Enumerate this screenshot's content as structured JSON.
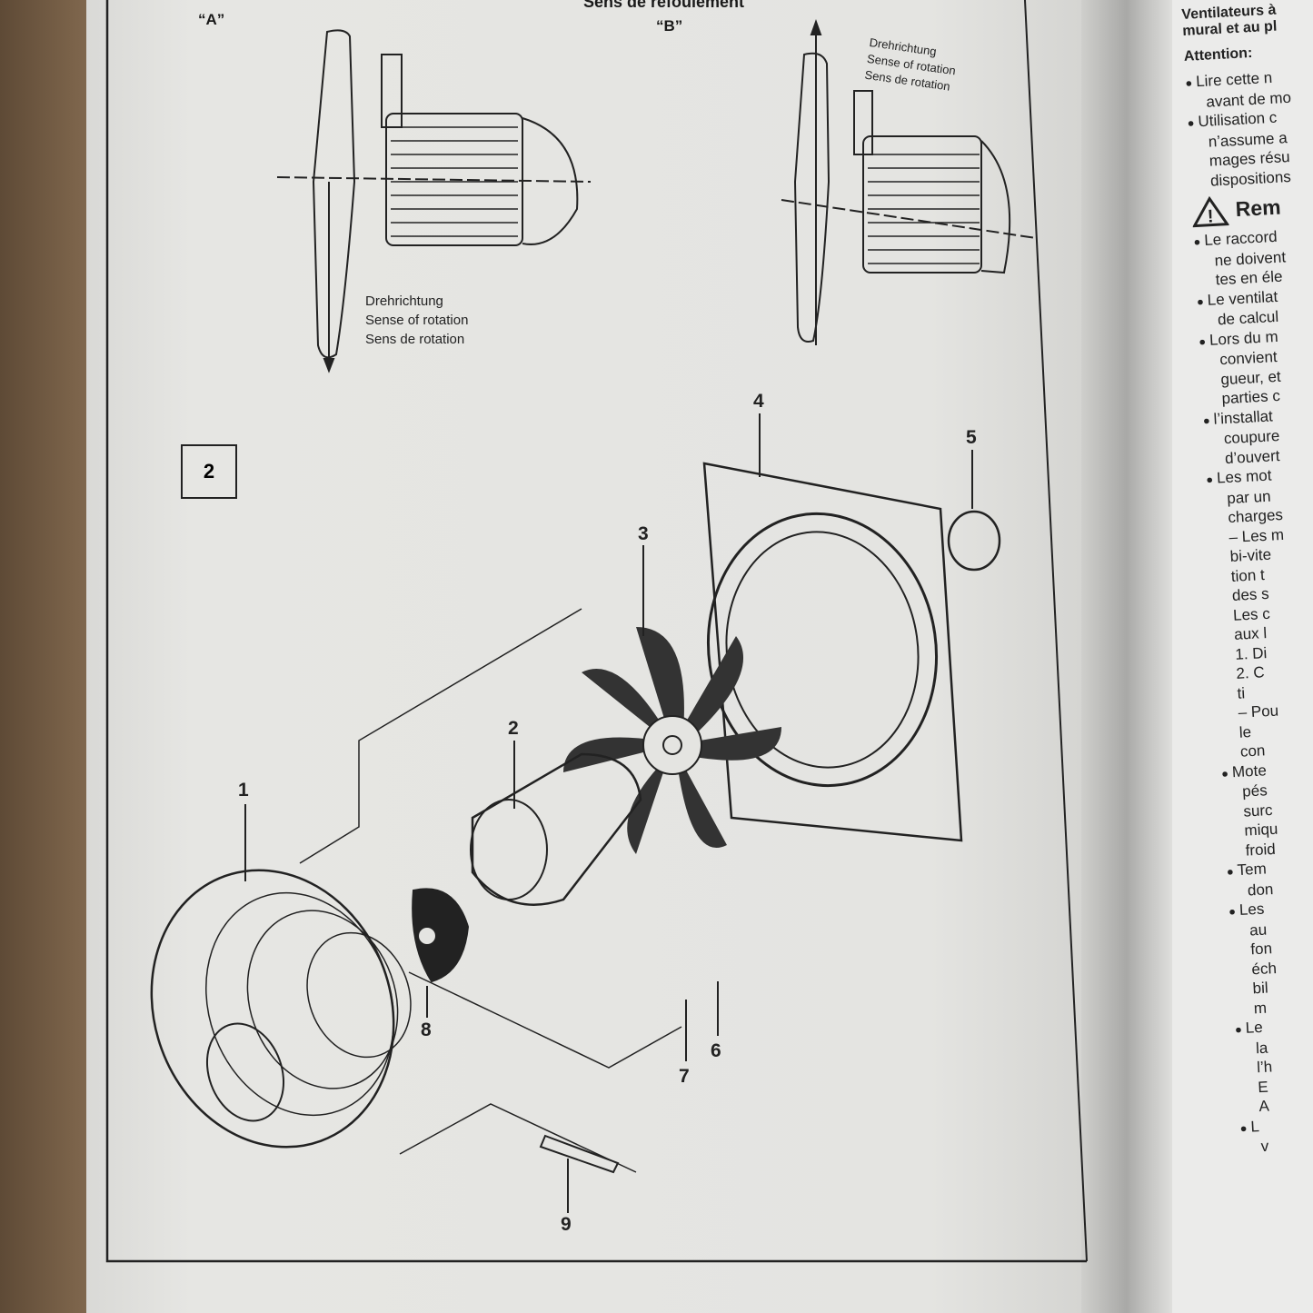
{
  "left_page": {
    "header_partial": "Sens de refoulement",
    "view_a_label": "“A”",
    "view_b_label": "“B”",
    "rotation_a": [
      "Drehrichtung",
      "Sense of rotation",
      "Sens de rotation"
    ],
    "rotation_b": [
      "Drehrichtung",
      "Sense of rotation",
      "Sens de rotation"
    ],
    "figure_number": "2",
    "part_labels": [
      "1",
      "2",
      "3",
      "4",
      "5",
      "6",
      "7",
      "8",
      "9"
    ]
  },
  "right_page": {
    "title": [
      "Ventilateurs à",
      "mural et au pl"
    ],
    "attention": "Attention:",
    "lines_a": [
      {
        "t": "Lire cette n",
        "b": true
      },
      {
        "t": "avant de mo",
        "b": false
      },
      {
        "t": "Utilisation c",
        "b": true
      },
      {
        "t": "n’assume a",
        "b": false
      },
      {
        "t": "mages résu",
        "b": false
      },
      {
        "t": "dispositions",
        "b": false
      }
    ],
    "warning_heading": "Rem",
    "lines_b": [
      {
        "t": "Le raccord",
        "b": true
      },
      {
        "t": "ne doivent",
        "b": false
      },
      {
        "t": "tes en éle",
        "b": false
      },
      {
        "t": "Le ventilat",
        "b": true
      },
      {
        "t": "de calcul",
        "b": false
      },
      {
        "t": "Lors du m",
        "b": true
      },
      {
        "t": "convient",
        "b": false
      },
      {
        "t": "gueur, et",
        "b": false
      },
      {
        "t": "parties c",
        "b": false
      },
      {
        "t": "l’installat",
        "b": true
      },
      {
        "t": "coupure",
        "b": false
      },
      {
        "t": "d’ouvert",
        "b": false
      },
      {
        "t": "Les mot",
        "b": true
      },
      {
        "t": "par un",
        "b": false
      },
      {
        "t": "charges",
        "b": false
      },
      {
        "t": "– Les m",
        "b": false
      },
      {
        "t": "bi-vite",
        "b": false
      },
      {
        "t": "tion t",
        "b": false
      },
      {
        "t": "des s",
        "b": false
      },
      {
        "t": "Les c",
        "b": false
      },
      {
        "t": "aux l",
        "b": false
      },
      {
        "t": "1. Di",
        "b": false
      },
      {
        "t": "2. C",
        "b": false
      },
      {
        "t": "ti",
        "b": false
      },
      {
        "t": "– Pou",
        "b": false
      },
      {
        "t": "le",
        "b": false
      },
      {
        "t": "con",
        "b": false
      },
      {
        "t": "Mote",
        "b": true
      },
      {
        "t": "pés",
        "b": false
      },
      {
        "t": "surc",
        "b": false
      },
      {
        "t": "miqu",
        "b": false
      },
      {
        "t": "froid",
        "b": false
      },
      {
        "t": "Tem",
        "b": true
      },
      {
        "t": "don",
        "b": false
      },
      {
        "t": "Les",
        "b": true
      },
      {
        "t": "au",
        "b": false
      },
      {
        "t": "fon",
        "b": false
      },
      {
        "t": "éch",
        "b": false
      },
      {
        "t": "bil",
        "b": false
      },
      {
        "t": "m",
        "b": false
      },
      {
        "t": "Le",
        "b": true
      },
      {
        "t": "la",
        "b": false
      },
      {
        "t": "l’h",
        "b": false
      },
      {
        "t": "E",
        "b": false
      },
      {
        "t": "A",
        "b": false
      },
      {
        "t": "L",
        "b": true
      },
      {
        "t": "v",
        "b": false
      }
    ]
  },
  "colors": {
    "paper": "#e4e4e1",
    "ink": "#222222",
    "cardboard": "#6b5640"
  }
}
